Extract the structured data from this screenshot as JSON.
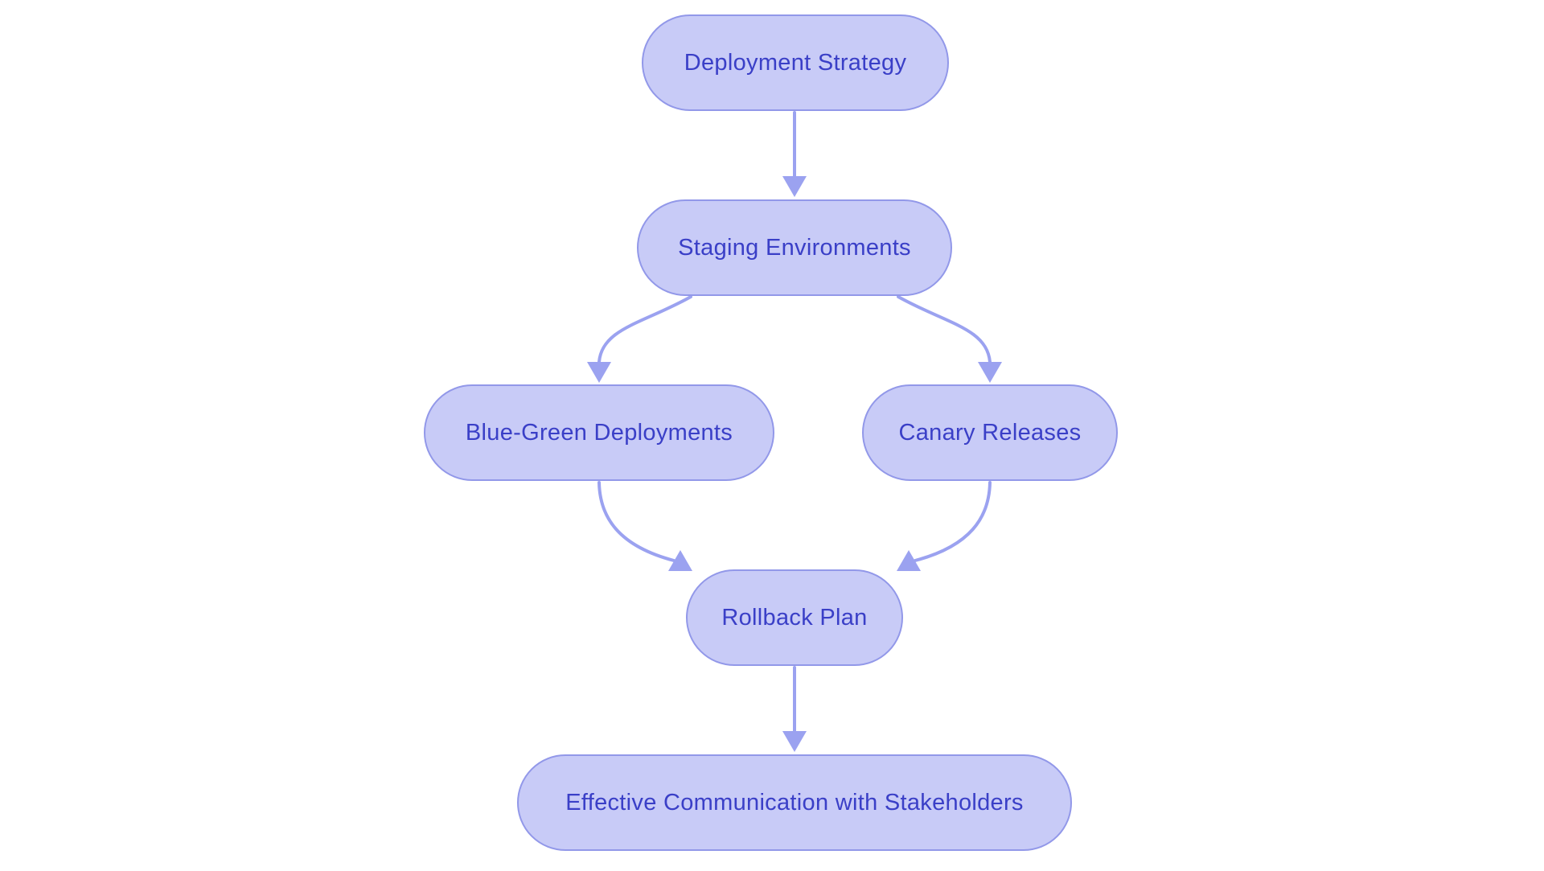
{
  "diagram": {
    "type": "flowchart",
    "direction": "top-down",
    "background_color": "#ffffff",
    "node_fill_color": "#c8cbf7",
    "node_border_color": "#9298e9",
    "node_text_color": "#3a3fc7",
    "arrow_color": "#9ba2f0",
    "nodes": [
      {
        "id": "deployment-strategy",
        "label": "Deployment Strategy"
      },
      {
        "id": "staging-environments",
        "label": "Staging Environments"
      },
      {
        "id": "blue-green-deployments",
        "label": "Blue-Green Deployments"
      },
      {
        "id": "canary-releases",
        "label": "Canary Releases"
      },
      {
        "id": "rollback-plan",
        "label": "Rollback Plan"
      },
      {
        "id": "effective-communication-with-stakeholders",
        "label": "Effective Communication with Stakeholders"
      }
    ],
    "edges": [
      {
        "from": "Deployment Strategy",
        "to": "Staging Environments"
      },
      {
        "from": "Staging Environments",
        "to": "Blue-Green Deployments"
      },
      {
        "from": "Staging Environments",
        "to": "Canary Releases"
      },
      {
        "from": "Blue-Green Deployments",
        "to": "Rollback Plan"
      },
      {
        "from": "Canary Releases",
        "to": "Rollback Plan"
      },
      {
        "from": "Rollback Plan",
        "to": "Effective Communication with Stakeholders"
      }
    ]
  }
}
